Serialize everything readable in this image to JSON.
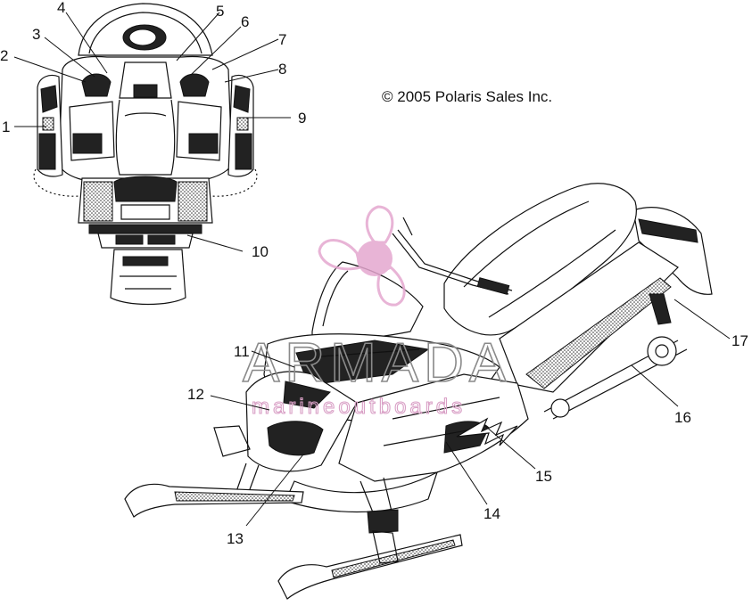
{
  "copyright": "© 2005 Polaris Sales Inc.",
  "watermark": {
    "brand": "ARMADA",
    "tagline": "marineoutboards",
    "accent_color": "#e4a7cf",
    "text_color": "#8a8a8a"
  },
  "callouts": [
    {
      "id": "1",
      "label": "1"
    },
    {
      "id": "2",
      "label": "2"
    },
    {
      "id": "3",
      "label": "3"
    },
    {
      "id": "4",
      "label": "4"
    },
    {
      "id": "5",
      "label": "5"
    },
    {
      "id": "6",
      "label": "6"
    },
    {
      "id": "7",
      "label": "7"
    },
    {
      "id": "8",
      "label": "8"
    },
    {
      "id": "9",
      "label": "9"
    },
    {
      "id": "10",
      "label": "10"
    },
    {
      "id": "11",
      "label": "11"
    },
    {
      "id": "12",
      "label": "12"
    },
    {
      "id": "13",
      "label": "13"
    },
    {
      "id": "14",
      "label": "14"
    },
    {
      "id": "15",
      "label": "15"
    },
    {
      "id": "16",
      "label": "16"
    },
    {
      "id": "17",
      "label": "17"
    }
  ]
}
